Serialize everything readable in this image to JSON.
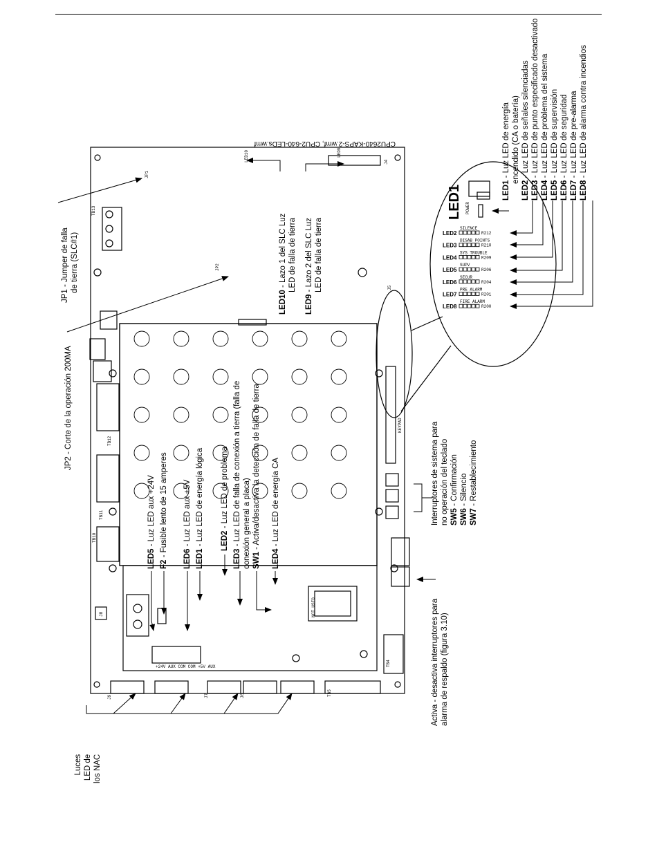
{
  "file_caption": "CPU2640-KAPS-2.wmf, CPU2-640-LEDs.wmf",
  "callouts": {
    "jp1": "JP1 - Jumper de falla",
    "jp1_b": "de tierra (SLC#1)",
    "jp2": "JP2 - Corte de la operación 200MA",
    "led10_a": "LED10",
    "led10_b": " - Lazo 1 del SLC Luz",
    "led10_c": "LED de falla de tierra",
    "led9_a": "LED9",
    "led9_b": " - Lazo 2 del SLC Luz",
    "led9_c": "LED de falla de tierra",
    "led5_a": "LED5",
    "led5_b": " - Luz LED aux +24V",
    "f2_a": "F2",
    "f2_b": " - Fusible lento de 15 amperes",
    "led6_a": "LED6",
    "led6_b": " - Luz LED aux +5V",
    "led1l_a": "LED1",
    "led1l_b": " - Luz LED de energía lógica",
    "led2p_a": "LED2",
    "led2p_b": " - Luz LED de problema",
    "led3t_a": "LED3",
    "led3t_b": " - Luz LED de falla de conexión a tierra (falla de",
    "led3t_c": "conexión general a placa)",
    "sw1_a": "SW1",
    "sw1_b": " - Activa/desactiva la detección de falla de tierra",
    "led4ca_a": "LED4",
    "led4ca_b": " - Luz LED de energía CA",
    "nac": [
      "Luces",
      "LED de",
      "los NAC"
    ],
    "backup": [
      "Activa - desactiva interruptores para",
      "alarma de respaldo (figura 3.10)"
    ],
    "switches_intro": [
      "Interruptores de sistema para",
      "no operación del teclado"
    ],
    "sw5_a": "SW5",
    "sw5_b": " - Confirmación",
    "sw6_a": "SW6",
    "sw6_b": " - Silencio",
    "sw7_a": "SW7",
    "sw7_b": " - Restablecimiento"
  },
  "legend": [
    {
      "id": "LED1",
      "text": " - Luz LED de energía",
      "text2": "encendido (CA o batería)"
    },
    {
      "id": "LED2",
      "text": " - Luz LED de señales silenciadas"
    },
    {
      "id": "LED3",
      "text": " - Luz LED de punto especificado desactivado"
    },
    {
      "id": "LED4",
      "text": " - Luz LED de problema del sistema"
    },
    {
      "id": "LED5",
      "text": " - Luz LED de supervisión"
    },
    {
      "id": "LED6",
      "text": " - Luz LED de seguridad"
    },
    {
      "id": "LED7",
      "text": " - Luz LED de pre-alarma"
    },
    {
      "id": "LED8",
      "text": " - Luz LED de alarma contra incendios"
    }
  ],
  "zoom": {
    "title": "LED1",
    "power": "POWER",
    "rows": [
      {
        "led": "LED2",
        "name": "SILENCE",
        "r": "R212"
      },
      {
        "led": "LED3",
        "name": "DISAB POINTS",
        "r": "R210"
      },
      {
        "led": "LED4",
        "name": "SYS TROUBLE",
        "r": "R209"
      },
      {
        "led": "LED5",
        "name": "SUPV",
        "r": "R206"
      },
      {
        "led": "LED6",
        "name": "SECUR",
        "r": "R204"
      },
      {
        "led": "LED7",
        "name": "PRE ALARM",
        "r": "R201"
      },
      {
        "led": "LED8",
        "name": "FIRE ALARM",
        "r": "R200"
      }
    ]
  },
  "board_labels": {
    "tb13": "TB13",
    "tb12": "TB12",
    "tb11": "TB11",
    "tb10": "TB10",
    "tb5": "TB5",
    "tb4": "TB4",
    "jp1": "JP1",
    "jp2": "JP2",
    "j8": "J8",
    "keypad": "KEYPAD",
    "lcd": "NOT USED",
    "aux": "+24V AUX  COM  COM  +5V AUX",
    "led10": "LED10",
    "led9": "LED9",
    "j4": "J4",
    "j9": "J9",
    "j6": "J6",
    "j7": "J7",
    "j5": "J5"
  }
}
